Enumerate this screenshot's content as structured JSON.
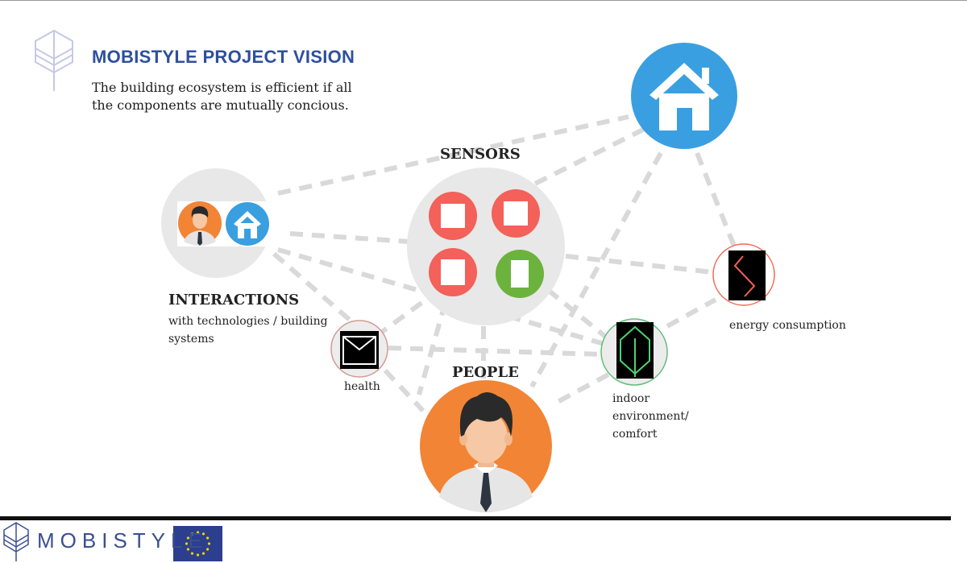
{
  "header": {
    "title": "MOBISTYLE PROJECT VISION",
    "subtitle_lines": [
      "The building ecosystem is efficient if all",
      "the components are mutually concious."
    ]
  },
  "nodes": {
    "sensors": {
      "label": "SENSORS",
      "icons": [
        "sensor-icon",
        "sensor-icon",
        "sensor-icon",
        "sensor-icon"
      ]
    },
    "interactions": {
      "label": "INTERACTIONS",
      "caption_lines": [
        "with technologies / building",
        "systems"
      ],
      "icons": [
        "person-icon",
        "house-icon"
      ]
    },
    "people": {
      "label": "PEOPLE",
      "icon": "person-icon"
    },
    "building": {
      "icon": "house-icon"
    },
    "health": {
      "label": "health",
      "icon": "envelope-icon"
    },
    "energy": {
      "label": "energy consumption",
      "icon": "energy-icon"
    },
    "indoor": {
      "label_lines": [
        "indoor",
        "environment/",
        "comfort"
      ],
      "icon": "leaf-icon"
    }
  },
  "footer": {
    "brand": "MOBISTYLE",
    "logo": "leaf-logo-icon",
    "flag": "eu-flag-icon"
  },
  "colors": {
    "title": "#2e4f9e",
    "connector": "#d9d9d9",
    "node_bg": "#e8e8e8",
    "orange": "#f28436",
    "blue": "#3a9fe0",
    "red": "#f4605a",
    "green": "#6cb33e",
    "eu_blue": "#2b3f8e",
    "eu_star": "#f2d200"
  }
}
